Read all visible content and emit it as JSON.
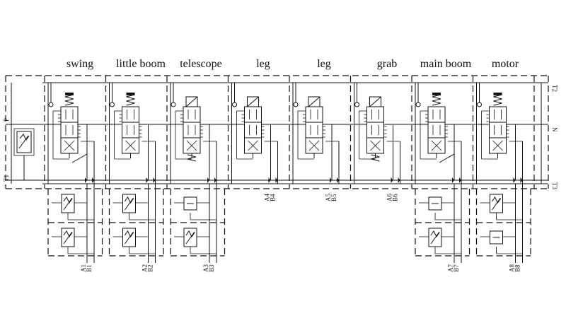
{
  "sections": [
    {
      "title": "swing",
      "ports": [
        "B1",
        "A1"
      ],
      "lower_rows": [
        "relief",
        "relief"
      ]
    },
    {
      "title": "little boom",
      "ports": [
        "B2",
        "A2"
      ],
      "lower_rows": [
        "relief",
        "relief"
      ]
    },
    {
      "title": "telescope",
      "ports": [
        "B3",
        "A3"
      ],
      "lower_rows": [
        "plain",
        "relief"
      ]
    },
    {
      "title": "leg",
      "ports": [
        "B4",
        "A4"
      ],
      "lower_rows": []
    },
    {
      "title": "leg",
      "ports": [
        "B5",
        "A5"
      ],
      "lower_rows": []
    },
    {
      "title": "grab",
      "ports": [
        "B6",
        "A6"
      ],
      "lower_rows": []
    },
    {
      "title": "main boom",
      "ports": [
        "B7",
        "A7"
      ],
      "lower_rows": [
        "plain",
        "relief"
      ]
    },
    {
      "title": "motor",
      "ports": [
        "B8",
        "A8"
      ],
      "lower_rows": [
        "relief",
        "plain"
      ]
    }
  ],
  "side_labels": {
    "p": "P",
    "t1": "T1",
    "t2": "T2",
    "n": "N",
    "t3": "T3"
  }
}
